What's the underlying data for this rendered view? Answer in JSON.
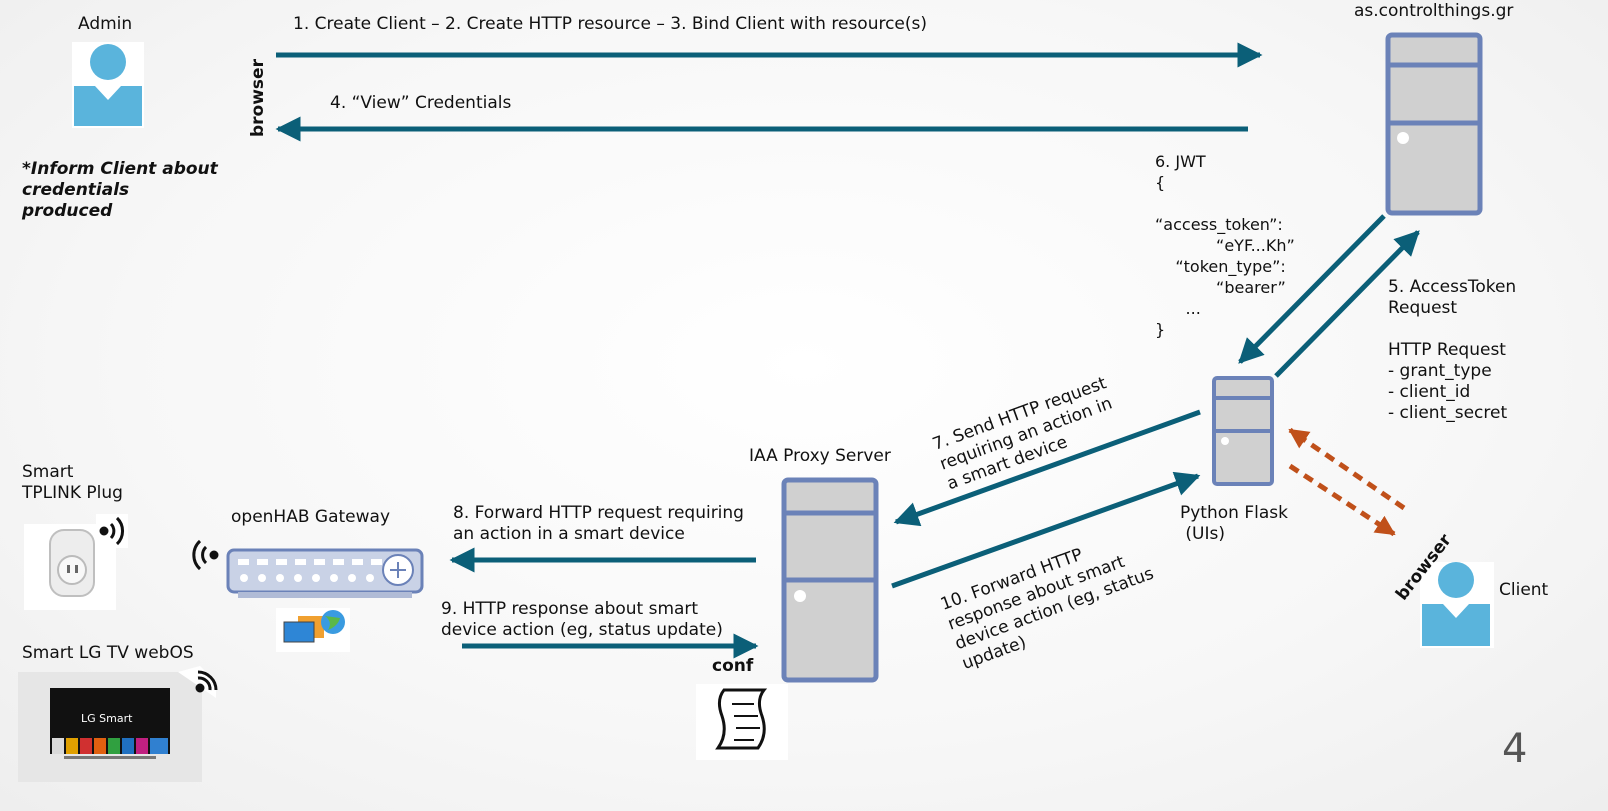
{
  "nodes": {
    "admin": "Admin",
    "auth_server": "as.controlthings.gr",
    "flask": "Python Flask\n (UIs)",
    "client": "Client",
    "proxy": "IAA Proxy Server",
    "gateway": "openHAB Gateway",
    "plug": "Smart\nTPLINK Plug",
    "tv": "Smart LG TV webOS",
    "conf": "conf"
  },
  "browser_labels": {
    "top": "browser",
    "client": "browser"
  },
  "admin_note": "*Inform Client about\ncredentials\nproduced",
  "steps": {
    "s1": "1. Create Client – 2. Create HTTP resource – 3. Bind Client with resource(s)",
    "s4": "4. “View” Credentials",
    "s5": "5. AccessToken\nRequest\n\nHTTP Request\n- grant_type\n- client_id\n- client_secret",
    "s6": "6. JWT\n{\n\n“access_token”:\n            “eYF...Kh”\n    “token_type”:\n            “bearer”\n      ...\n}",
    "s7": "7. Send HTTP request\nrequiring an action in\na smart device",
    "s8": "8. Forward HTTP request requiring\nan action in a smart device",
    "s9": "9. HTTP response about smart\ndevice action (eg, status update)",
    "s10": "10. Forward HTTP\nresponse about smart\ndevice action (eg, status\nupdate)"
  },
  "tv_brand": "LG Smart",
  "page_number": "4",
  "colors": {
    "arrow": "#0b5f78",
    "dashed_arrow": "#c0501a",
    "server_fill": "#d0d0d0",
    "server_stroke": "#6b82b8",
    "person": "#5ab4dc"
  }
}
